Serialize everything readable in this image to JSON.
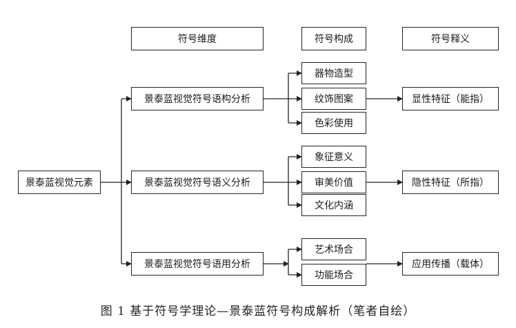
{
  "headers": {
    "dimension": "符号维度",
    "composition": "符号构成",
    "interpretation": "符号释义"
  },
  "root": "景泰蓝视觉元素",
  "branches": [
    {
      "label": "景泰蓝视觉符号语构分析",
      "items": [
        "器物造型",
        "纹饰图案",
        "色彩使用"
      ],
      "meaning": "显性特征（能指）"
    },
    {
      "label": "景泰蓝视觉符号语义分析",
      "items": [
        "象征意义",
        "审美价值",
        "文化内涵"
      ],
      "meaning": "隐性特征（所指）"
    },
    {
      "label": "景泰蓝视觉符号语用分析",
      "items": [
        "艺术场合",
        "功能场合"
      ],
      "meaning": "应用传播（载体）"
    }
  ],
  "caption": "图 1 基于符号学理论—景泰蓝符号构成解析（笔者自绘）"
}
